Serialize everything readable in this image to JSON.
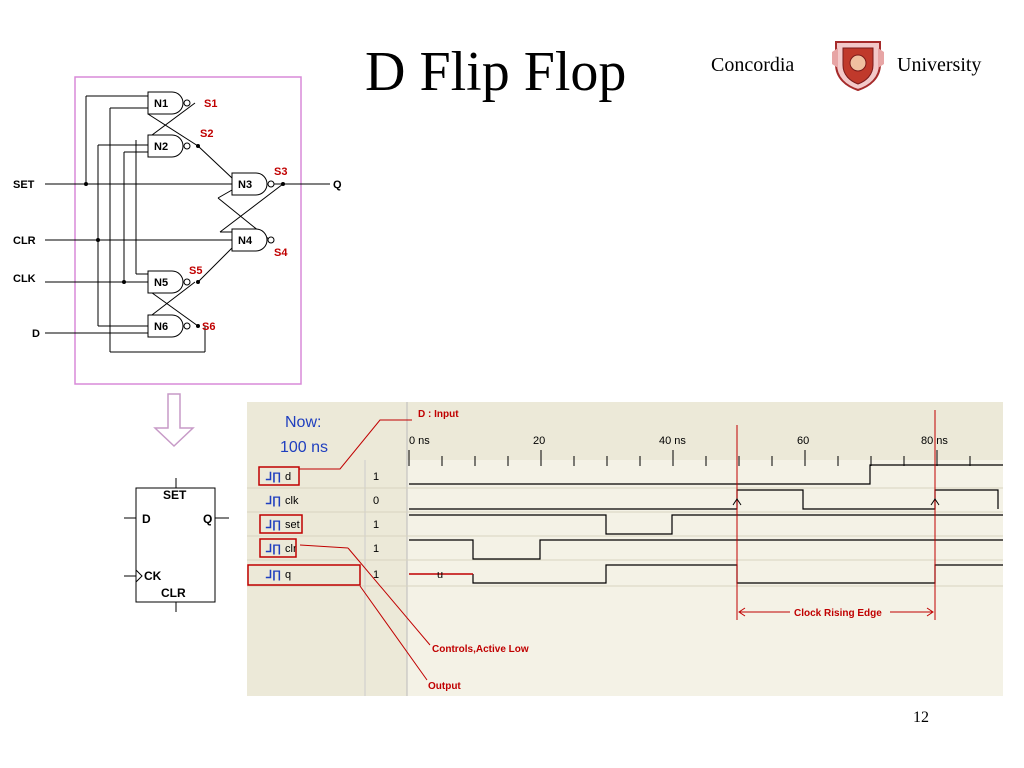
{
  "slide": {
    "title": "D Flip Flop",
    "university_left": "Concordia",
    "university_right": "University",
    "page_number": "12"
  },
  "circuit": {
    "gates": [
      "N1",
      "N2",
      "N3",
      "N4",
      "N5",
      "N6"
    ],
    "signals": [
      "S1",
      "S2",
      "S3",
      "S4",
      "S5",
      "S6"
    ],
    "inputs": [
      "SET",
      "CLR",
      "CLK",
      "D"
    ],
    "output": "Q",
    "border_color": "#d98ad9",
    "signal_color": "#c00000"
  },
  "symbol": {
    "set": "SET",
    "d": "D",
    "q": "Q",
    "ck": "CK",
    "clr": "CLR"
  },
  "waveform": {
    "now_label": "Now:",
    "now_value": "100 ns",
    "time_labels": [
      "0 ns",
      "20",
      "40 ns",
      "60",
      "80 ns"
    ],
    "signals": [
      {
        "name": "d",
        "value": "1"
      },
      {
        "name": "clk",
        "value": "0"
      },
      {
        "name": "set",
        "value": "1"
      },
      {
        "name": "clr",
        "value": "1"
      },
      {
        "name": "q",
        "value": "1"
      }
    ],
    "q_marker": "u",
    "annotations": {
      "d_input": "D : Input",
      "controls": "Controls,Active Low",
      "output": "Output",
      "clock_edge": "Clock Rising Edge"
    },
    "bg_color": "#ece9d8",
    "now_color": "#1f3fbf",
    "annotation_color": "#c00000"
  }
}
